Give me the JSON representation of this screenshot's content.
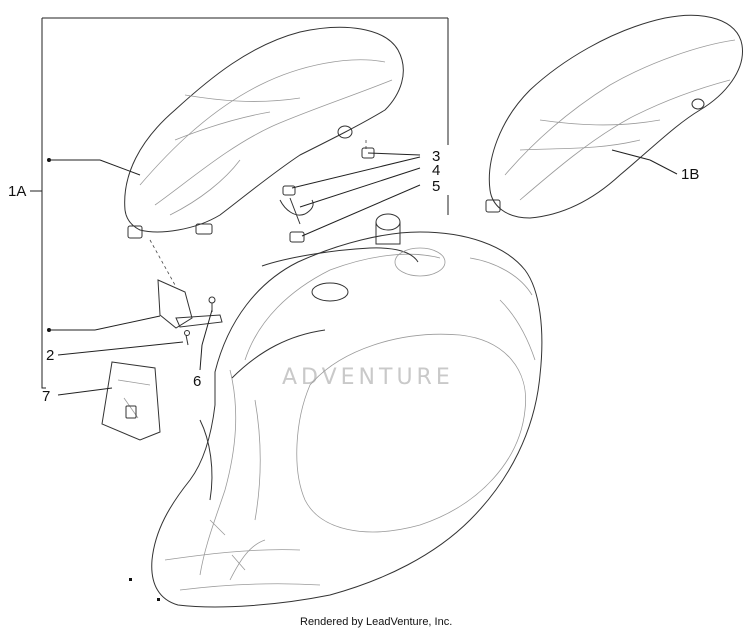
{
  "callouts": {
    "c1A": "1A",
    "c1B": "1B",
    "c2": "2",
    "c3": "3",
    "c4": "4",
    "c5": "5",
    "c6": "6",
    "c7": "7"
  },
  "watermark": "ADVENTURE",
  "footer": "Rendered by LeadVenture, Inc."
}
